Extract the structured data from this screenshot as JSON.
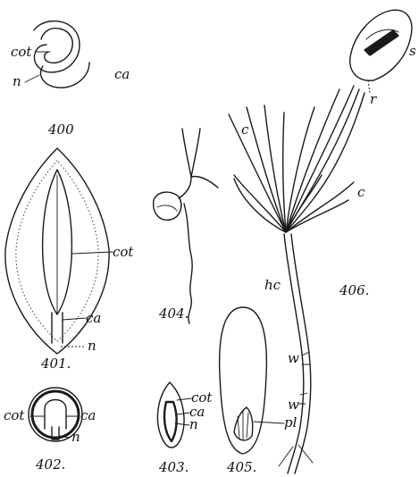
{
  "figures": [
    {
      "number": "400",
      "labels": [
        "cot",
        "ca",
        "n"
      ]
    },
    {
      "number": "401.",
      "labels": [
        "cot",
        "ca",
        "n"
      ]
    },
    {
      "number": "402.",
      "labels": [
        "cot",
        "ca",
        "n"
      ]
    },
    {
      "number": "403.",
      "labels": [
        "cot",
        "ca",
        "n"
      ]
    },
    {
      "number": "404.",
      "labels": []
    },
    {
      "number": "405.",
      "labels": [
        "pl"
      ]
    },
    {
      "number": "406.",
      "labels": [
        "c",
        "c",
        "s",
        "r",
        "hc",
        "w",
        "w"
      ]
    }
  ],
  "ink_color": "#1a1a1a"
}
